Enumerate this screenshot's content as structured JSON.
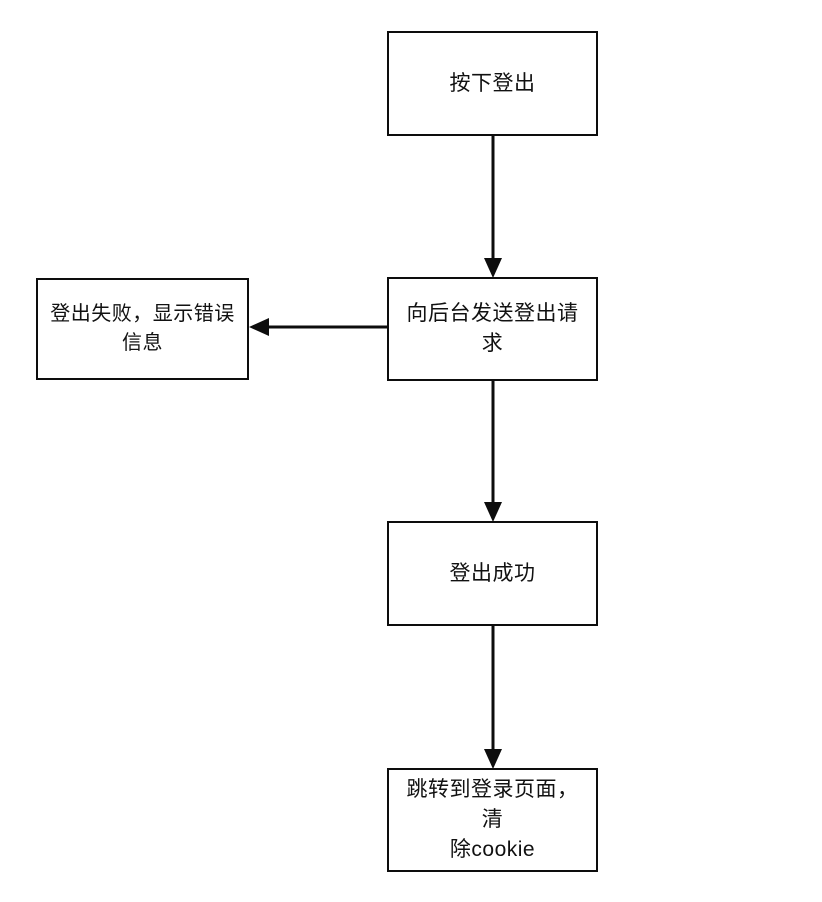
{
  "diagram": {
    "title": "logout-flowchart",
    "background_color": "#ffffff",
    "stroke_color": "#0d0d0d",
    "text_color": "#111111",
    "nodes": [
      {
        "id": "press-logout",
        "label": "按下登出",
        "shape": "rectangle"
      },
      {
        "id": "send-request",
        "label": "向后台发送登出请求",
        "shape": "rectangle"
      },
      {
        "id": "logout-failed",
        "label": "登出失败，显示错误\n信息",
        "shape": "rectangle"
      },
      {
        "id": "logout-success",
        "label": "登出成功",
        "shape": "rectangle"
      },
      {
        "id": "redirect-login",
        "label": "跳转到登录页面，清\n除cookie",
        "shape": "rectangle"
      }
    ],
    "edges": [
      {
        "id": "edge-press-to-send",
        "from": "press-logout",
        "to": "send-request",
        "direction": "down",
        "label": ""
      },
      {
        "id": "edge-send-to-failed",
        "from": "send-request",
        "to": "logout-failed",
        "direction": "left",
        "label": ""
      },
      {
        "id": "edge-send-to-success",
        "from": "send-request",
        "to": "logout-success",
        "direction": "down",
        "label": ""
      },
      {
        "id": "edge-success-to-redirect",
        "from": "logout-success",
        "to": "redirect-login",
        "direction": "down",
        "label": ""
      }
    ]
  }
}
